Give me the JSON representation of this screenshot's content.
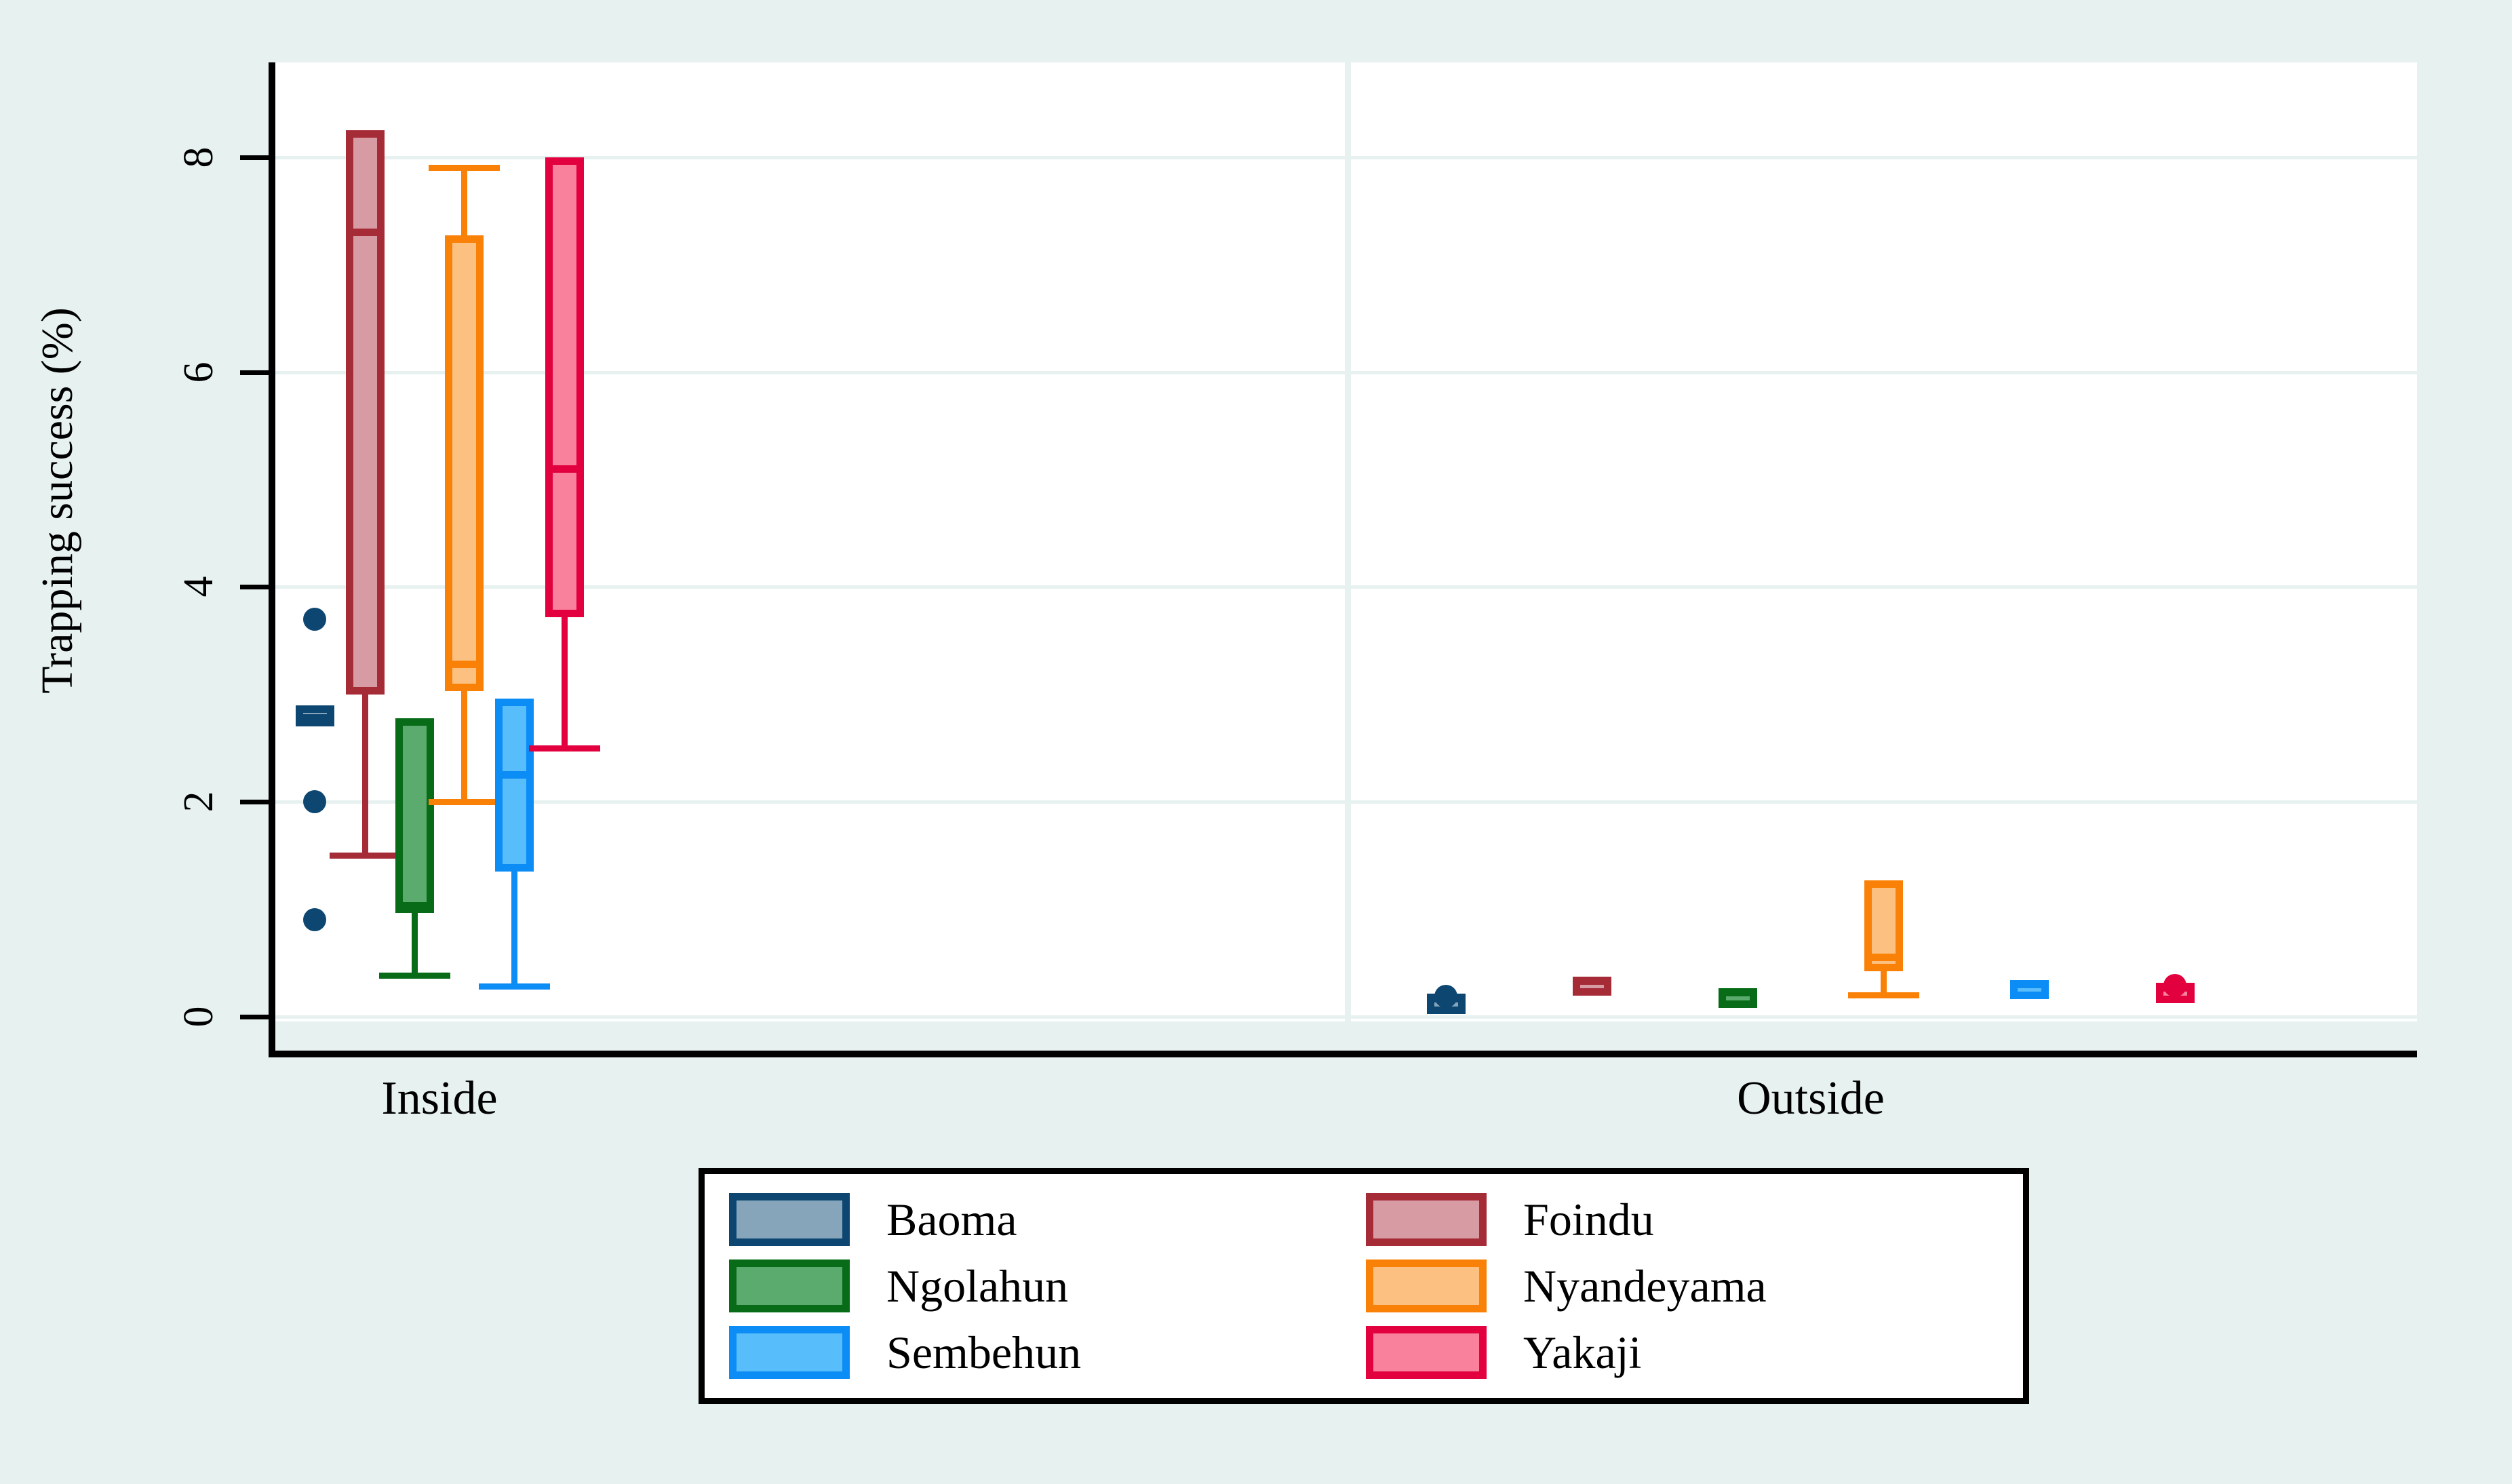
{
  "chart_data": {
    "type": "box",
    "title": "",
    "xlabel": "",
    "ylabel": "Trapping success (%)",
    "ylim": [
      -0.42,
      8.65
    ],
    "yticks": [
      0,
      2,
      4,
      6,
      8
    ],
    "ytick_labels": [
      "0",
      "2",
      "4",
      "6",
      "8"
    ],
    "grid": true,
    "grid_axis": "y",
    "categories": [
      "Inside",
      "Outside"
    ],
    "legend_position": "bottom",
    "legend_entries": [
      "Baoma",
      "Foindu",
      "Ngolahun",
      "Nyandeyama",
      "Sembehun",
      "Yakaji"
    ],
    "series": [
      {
        "name": "Baoma",
        "fill": "#86a5bb",
        "line": "#0d4771",
        "boxes": [
          {
            "group": "Inside",
            "whisker_low": 2.7,
            "q1": 2.7,
            "median": 2.78,
            "q3": 2.9,
            "whisker_high": 2.9,
            "outliers": [
              3.7,
              2.0,
              0.9
            ]
          },
          {
            "group": "Outside",
            "whisker_low": 0.17,
            "q1": 0.17,
            "median": 0.18,
            "q3": 0.2,
            "whisker_high": 0.2,
            "outliers": [
              0.19
            ]
          }
        ]
      },
      {
        "name": "Foindu",
        "fill": "#d79ba3",
        "line": "#a52b36",
        "boxes": [
          {
            "group": "Inside",
            "whisker_low": 1.5,
            "q1": 3.0,
            "median": 7.3,
            "q3": 8.25,
            "whisker_high": 8.25,
            "outliers": []
          },
          {
            "group": "Outside",
            "whisker_low": 0.28,
            "q1": 0.28,
            "median": 0.33,
            "q3": 0.37,
            "whisker_high": 0.37,
            "outliers": []
          }
        ]
      },
      {
        "name": "Ngolahun",
        "fill": "#5cab6e",
        "line": "#076b18",
        "boxes": [
          {
            "group": "Inside",
            "whisker_low": 0.38,
            "q1": 1.0,
            "median": 1.0,
            "q3": 2.78,
            "whisker_high": 2.78,
            "outliers": []
          },
          {
            "group": "Outside",
            "whisker_low": 0.2,
            "q1": 0.2,
            "median": 0.23,
            "q3": 0.26,
            "whisker_high": 0.26,
            "outliers": []
          }
        ]
      },
      {
        "name": "Nyandeyama",
        "fill": "#fcc180",
        "line": "#f98107",
        "boxes": [
          {
            "group": "Inside",
            "whisker_low": 2.0,
            "q1": 3.03,
            "median": 3.28,
            "q3": 7.27,
            "whisker_high": 7.9,
            "outliers": []
          },
          {
            "group": "Outside",
            "whisker_low": 0.2,
            "q1": 0.42,
            "median": 0.55,
            "q3": 1.27,
            "whisker_high": 1.27,
            "outliers": []
          }
        ]
      },
      {
        "name": "Sembehun",
        "fill": "#58bdfb",
        "line": "#0c8cf5",
        "boxes": [
          {
            "group": "Inside",
            "whisker_low": 0.28,
            "q1": 1.35,
            "median": 2.25,
            "q3": 2.96,
            "whisker_high": 2.96,
            "outliers": []
          },
          {
            "group": "Outside",
            "whisker_low": 0.26,
            "q1": 0.26,
            "median": 0.3,
            "q3": 0.34,
            "whisker_high": 0.34,
            "outliers": []
          }
        ]
      },
      {
        "name": "Yakaji",
        "fill": "#f9819c",
        "line": "#e2003f",
        "boxes": [
          {
            "group": "Inside",
            "whisker_low": 2.5,
            "q1": 3.72,
            "median": 5.1,
            "q3": 8.0,
            "whisker_high": 8.0,
            "outliers": []
          },
          {
            "group": "Outside",
            "whisker_low": 0.27,
            "q1": 0.27,
            "median": 0.28,
            "q3": 0.3,
            "whisker_high": 0.3,
            "outliers": [
              0.29
            ]
          }
        ]
      }
    ]
  },
  "axes": {
    "y_title": "Trapping success (%)",
    "y_tick_0": "0",
    "y_tick_1": "2",
    "y_tick_2": "4",
    "y_tick_3": "6",
    "y_tick_4": "8",
    "x_group_inside": "Inside",
    "x_group_outside": "Outside"
  },
  "legend": {
    "items": [
      {
        "label": "Baoma",
        "fill": "#86a5bb",
        "line": "#0d4771"
      },
      {
        "label": "Foindu",
        "fill": "#d79ba3",
        "line": "#a52b36"
      },
      {
        "label": "Ngolahun",
        "fill": "#5cab6e",
        "line": "#076b18"
      },
      {
        "label": "Nyandeyama",
        "fill": "#fcc180",
        "line": "#f98107"
      },
      {
        "label": "Sembehun",
        "fill": "#58bdfb",
        "line": "#0c8cf5"
      },
      {
        "label": "Yakaji",
        "fill": "#f9819c",
        "line": "#e2003f"
      }
    ]
  },
  "colors": {
    "page_background": "#e7f1f0",
    "plot_background": "#ffffff",
    "gridline": "#e7f1f0",
    "axis": "#000000"
  }
}
